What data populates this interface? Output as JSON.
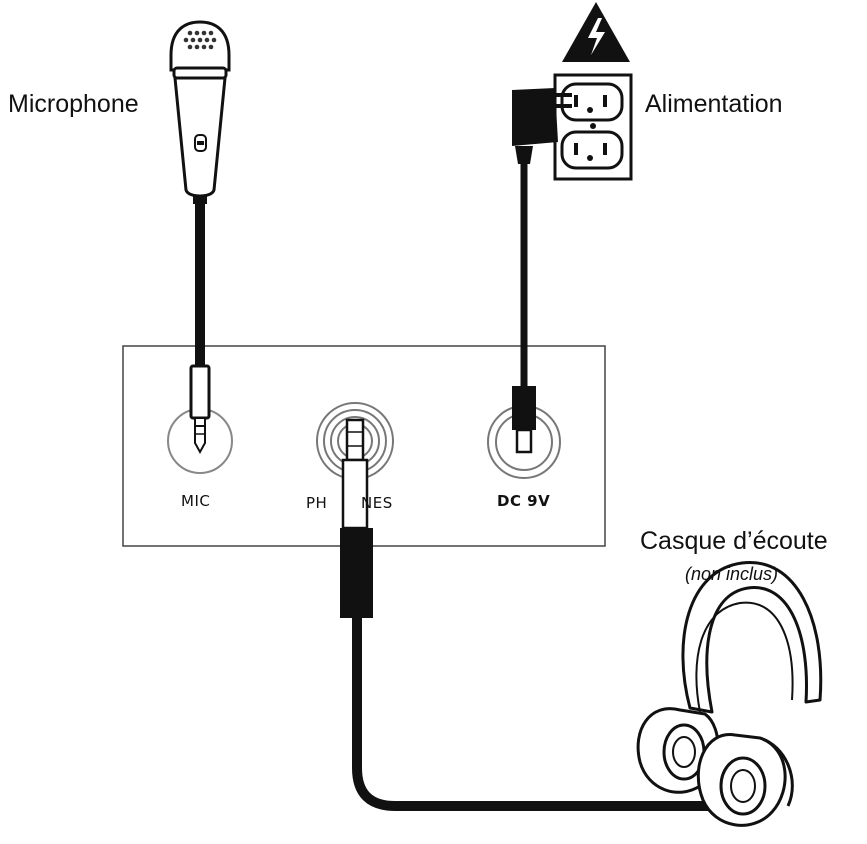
{
  "labels": {
    "microphone": "Microphone",
    "power": "Alimentation",
    "headphones": "Casque d’écoute",
    "headphones_note": "(non inclus)"
  },
  "panel": {
    "mic": "MIC",
    "phones_left": "PH",
    "phones_right": "NES",
    "dc": "DC 9V"
  },
  "icons": {
    "microphone": "microphone-icon",
    "warning": "high-voltage-warning-icon",
    "outlet": "wall-outlet-icon",
    "adapter": "power-adapter-icon",
    "headphones": "headphones-icon"
  }
}
